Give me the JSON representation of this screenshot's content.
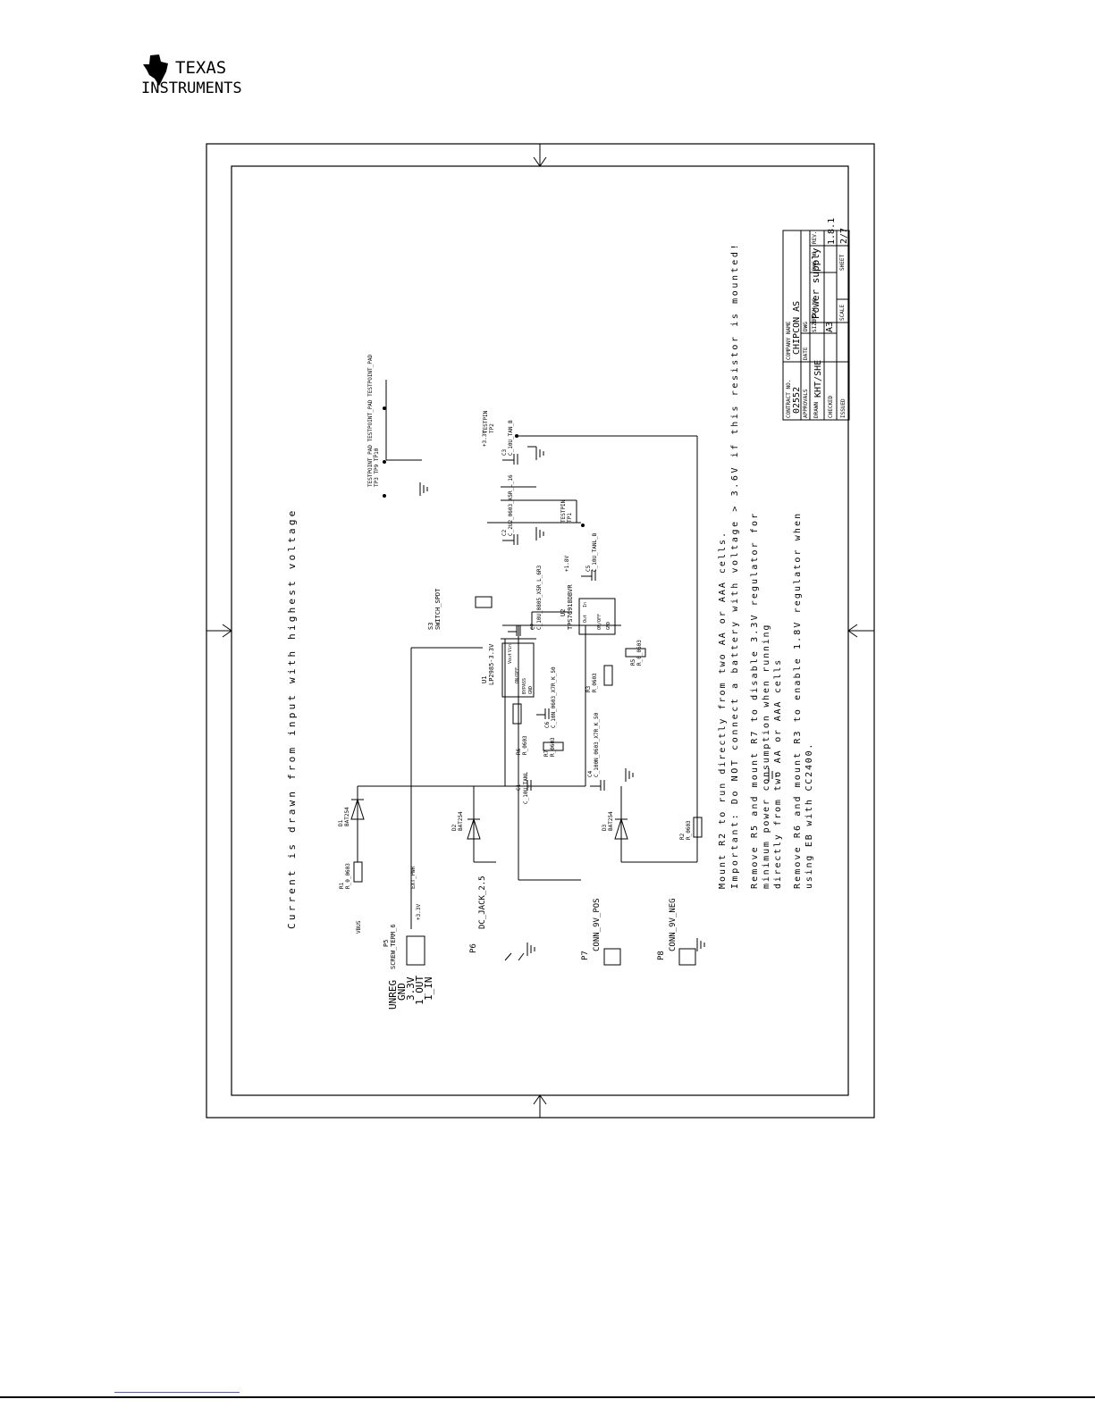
{
  "logo": {
    "line1": "TEXAS",
    "line2": "INSTRUMENTS"
  },
  "schematic": {
    "current_note": "Current is drawn from input with highest voltage",
    "notes": [
      "Mount R2 to run directly from two AA or AAA cells.",
      "Important: Do NOT connect a battery with voltage > 3.6V if this resistor is mounted!",
      "Remove R5 and mount R7 to disable 3.3V regulator for",
      "minimum power consumption when running",
      "directly from two AA or AAA cells",
      "Remove R6 and mount R3 to enable 1.8V regulator when",
      "using EB with CC2400."
    ],
    "connectors": {
      "p5_ref": "P5",
      "p5_type": "SCREW_TERM_6",
      "p5_pins": [
        "UNREG",
        "GND",
        "3.3V",
        "1_OUT",
        "1_IN"
      ],
      "p6_ref": "P6",
      "p6_type": "DC_JACK_2.5",
      "p7_ref": "P7",
      "p7_type": "CONN_9V_POS",
      "p8_ref": "P8",
      "p8_type": "CONN_9V_NEG"
    },
    "parts": {
      "d1": "D1",
      "d1_v": "BAT254",
      "d2": "D2",
      "d2_v": "BAT254",
      "d3": "D3",
      "d3_v": "BAT254",
      "r1": "R1",
      "r1_v": "R_0_0603",
      "r2": "R2",
      "r2_v": "R_0603",
      "r3": "R3",
      "r3_v": "R_0603",
      "r5": "R5",
      "r5_v": "R_0_0603",
      "r6": "R6",
      "r6_v": "R_0603",
      "r7": "R7",
      "r7_v": "R_0603",
      "c1": "C1",
      "c1_v": "C_10U_TANL",
      "c2": "C2",
      "c2_v": "C_2U2_0603_X5R_L_16",
      "c3": "C3",
      "c3_v": "C_10U_TAN_B",
      "c4": "C4",
      "c4_v": "C_100N_0603_X7R_K_50",
      "c5": "C5",
      "c5_v": "C_10U_TANL_B",
      "c6": "C6",
      "c6_v": "C_10N_0603_X7R_K_50",
      "c7": "C7",
      "c7_v": "C_10U_0805_X5R_L_6R3",
      "u1": "U1",
      "u1_v": "LP2985-3.3V",
      "u1_pins": [
        "Vin",
        "Vout",
        "ON/OFF",
        "BYPASS",
        "GND"
      ],
      "u2": "U2",
      "u2_v": "TPS76918DBVR",
      "u2_pins": [
        "In",
        "Out",
        "ON/OFF",
        "GND"
      ],
      "s3": "S3",
      "s3_v": "SWITCH_SPDT",
      "tp1": "TP1",
      "tp2": "TP2",
      "testpin": "TESTPIN",
      "tp_row": "TESTPOINT_PAD TESTPOINT_PAD TESTPOINT_PAD",
      "tp_names": "TP3 TP9 TP10",
      "vbus": "VBUS",
      "plus33": "+3.3V",
      "plus18": "+1.8V",
      "ext_pwr": "EXT_PWR",
      "v33_label": "+3.3V"
    },
    "title_block": {
      "contract_no_label": "CONTRACT NO.",
      "contract_no": "02552",
      "company_name_label": "COMPANY NAME",
      "company_name": "CHIPCON AS",
      "approvals_label": "APPROVALS",
      "date_label": "DATE",
      "dwg_label": "DWG",
      "dwg_title": "Power supply",
      "drawn_label": "DRAWN",
      "drawn_by": "KHT/SHE",
      "checked_label": "CHECKED",
      "issued_label": "ISSUED",
      "size_label": "SIZE",
      "size": "A3",
      "fscm_label": "FSCM NO.",
      "dwg_no_label": "DWG NO.",
      "rev_label": "REV.",
      "rev": "1.8.1",
      "scale_label": "SCALE",
      "sheet_label": "SHEET",
      "sheet": "2/7"
    }
  }
}
